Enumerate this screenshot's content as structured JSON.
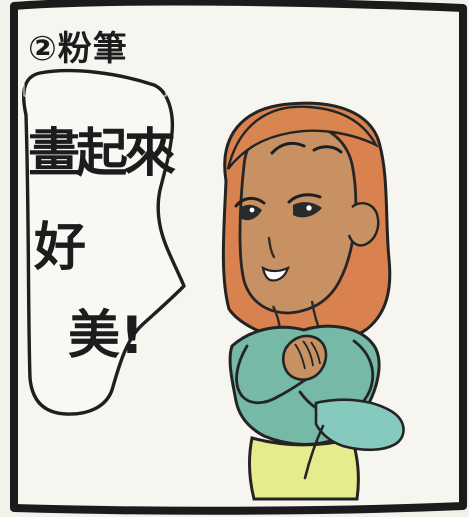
{
  "comic": {
    "panel_number": "②粉筆",
    "speech_lines": [
      "畫起來",
      "好",
      "美!"
    ]
  },
  "colors": {
    "paper": "#f3f1ec",
    "frame": "#1b1b1b",
    "hair": "#d9824f",
    "skin": "#c79163",
    "shirt": "#77b9a7",
    "skirt": "#e6ec8c",
    "shoe": "#86c9bf"
  }
}
